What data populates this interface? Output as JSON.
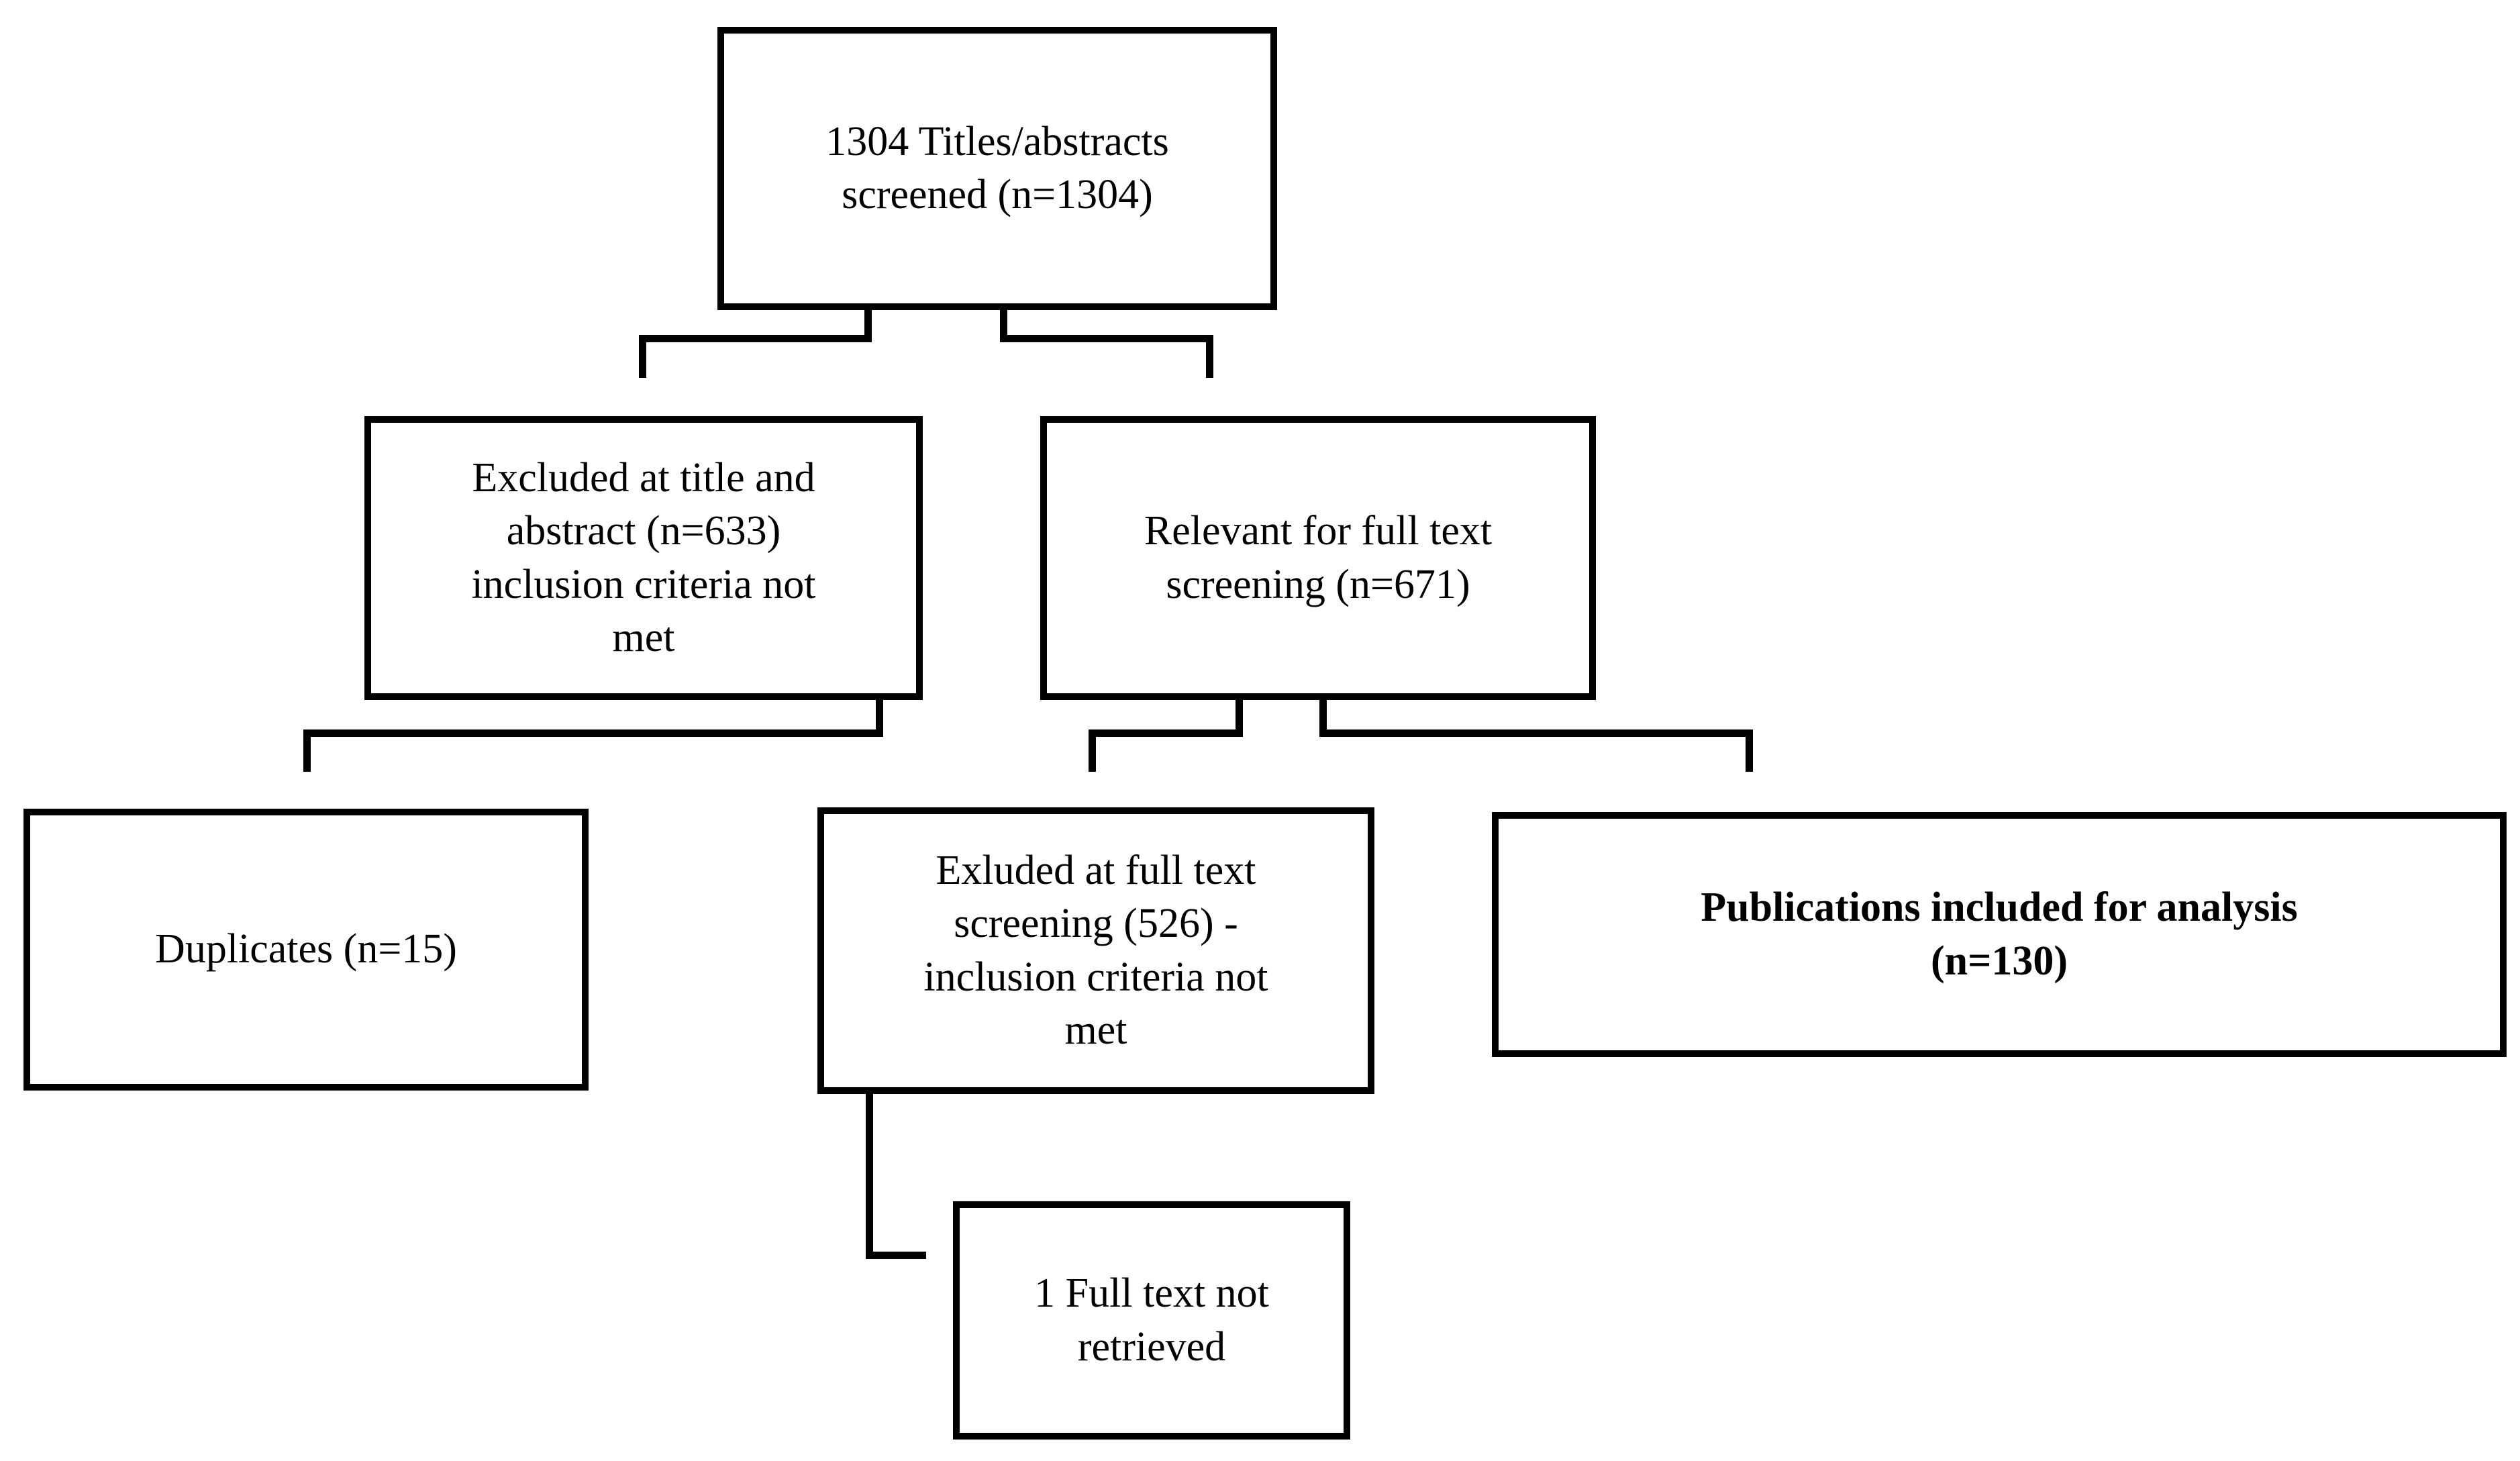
{
  "diagram": {
    "type": "prisma-flow-diagram",
    "background_color": "#ffffff",
    "line_color": "#000000",
    "text_color": "#000000",
    "nodes": {
      "screened": {
        "id": "screened",
        "label": "1304 Titles/abstracts\nscreened (n=1304)",
        "count": 1304,
        "bold": false
      },
      "excluded_title_abstract": {
        "id": "excluded_title_abstract",
        "label": "Excluded at title and\nabstract (n=633)\ninclusion criteria not\nmet",
        "count": 633,
        "bold": false
      },
      "relevant_full_text": {
        "id": "relevant_full_text",
        "label": "Relevant for full text\nscreening (n=671)",
        "count": 671,
        "bold": false
      },
      "duplicates": {
        "id": "duplicates",
        "label": "Duplicates (n=15)",
        "count": 15,
        "bold": false
      },
      "excluded_full_text": {
        "id": "excluded_full_text",
        "label": "Exluded at full text\nscreening (526) -\ninclusion criteria not\nmet",
        "count": 526,
        "bold": false
      },
      "publications_included": {
        "id": "publications_included",
        "label": "Publications included for analysis\n(n=130)",
        "count": 130,
        "bold": true
      },
      "full_text_not_retrieved": {
        "id": "full_text_not_retrieved",
        "label": "1 Full text not\nretrieved",
        "count": 1,
        "bold": false
      }
    },
    "edges": [
      {
        "from": "screened",
        "to": "excluded_title_abstract"
      },
      {
        "from": "screened",
        "to": "relevant_full_text"
      },
      {
        "from": "excluded_title_abstract",
        "to": "duplicates"
      },
      {
        "from": "relevant_full_text",
        "to": "excluded_full_text"
      },
      {
        "from": "relevant_full_text",
        "to": "publications_included"
      },
      {
        "from": "excluded_full_text",
        "to": "full_text_not_retrieved"
      }
    ]
  }
}
